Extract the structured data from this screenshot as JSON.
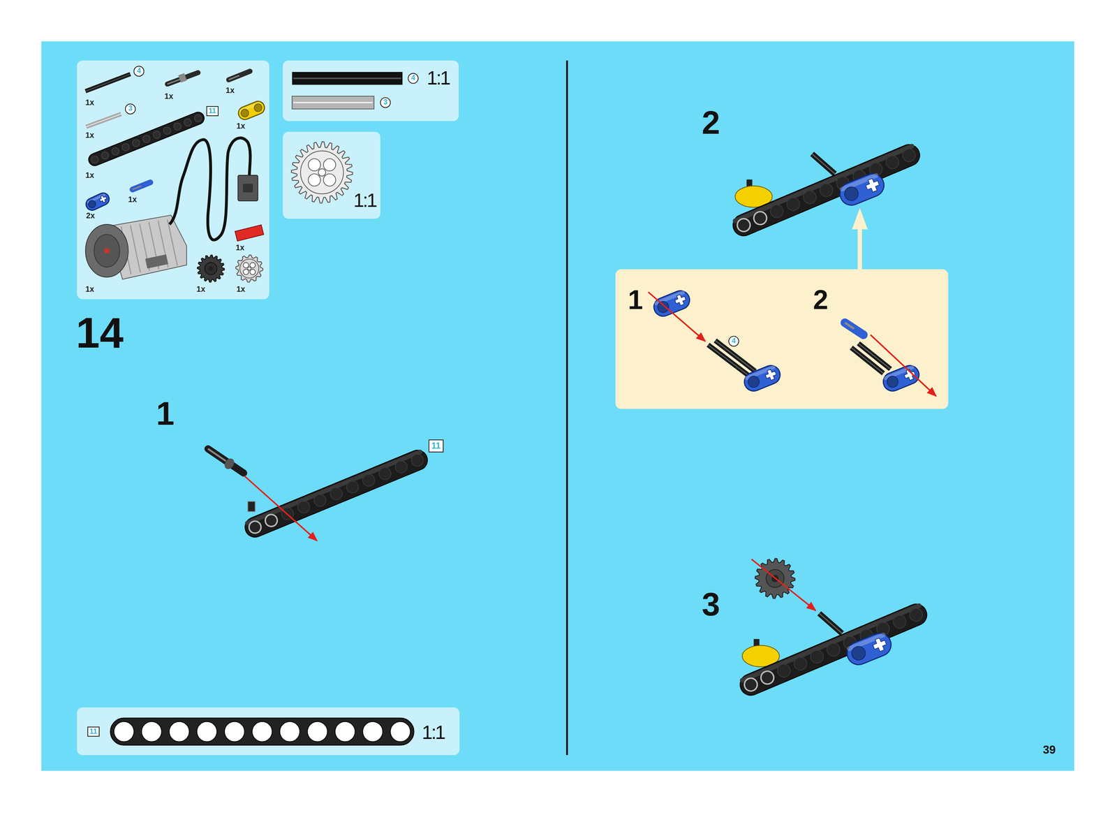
{
  "diagram": {
    "nodes": [
      {
        "text": [
          "4",
          "1x",
          "1x",
          "1x",
          "3",
          "1x",
          "11",
          "1x",
          "1x",
          "2x",
          "1x",
          "1x",
          "1x",
          "1x",
          "1x"
        ]
      },
      {
        "text": [
          "4",
          "1:1",
          "3"
        ]
      },
      {
        "text": [
          "1:1"
        ]
      },
      {
        "text": [
          "11",
          "1:1"
        ]
      },
      {
        "text": [
          "1",
          "4",
          "2"
        ]
      }
    ],
    "labels": [
      "14",
      "1",
      "11",
      "2",
      "3",
      "39"
    ]
  }
}
